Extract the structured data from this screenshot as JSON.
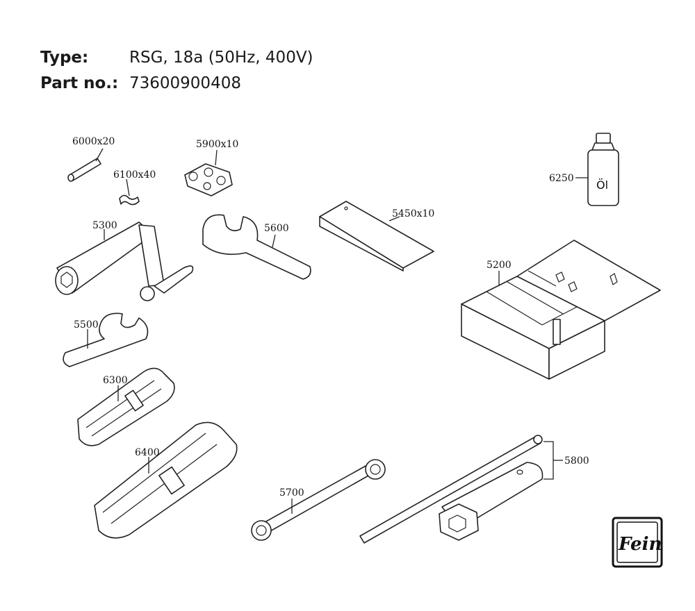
{
  "header": {
    "type_label": "Type:",
    "type_value": "RSG, 18a (50Hz, 400V)",
    "part_label": "Part no.:",
    "part_value": "73600900408"
  },
  "callouts": {
    "c6000": "6000x20",
    "c5900": "5900x10",
    "c6100": "6100x40",
    "c6250": "6250",
    "c5300": "5300",
    "c5600": "5600",
    "c5450": "5450x10",
    "c5200": "5200",
    "c5500": "5500",
    "c6300": "6300",
    "c6400": "6400",
    "c5700": "5700",
    "c5800": "5800"
  },
  "oil_label": "Öl",
  "logo": {
    "text": "Fein"
  }
}
